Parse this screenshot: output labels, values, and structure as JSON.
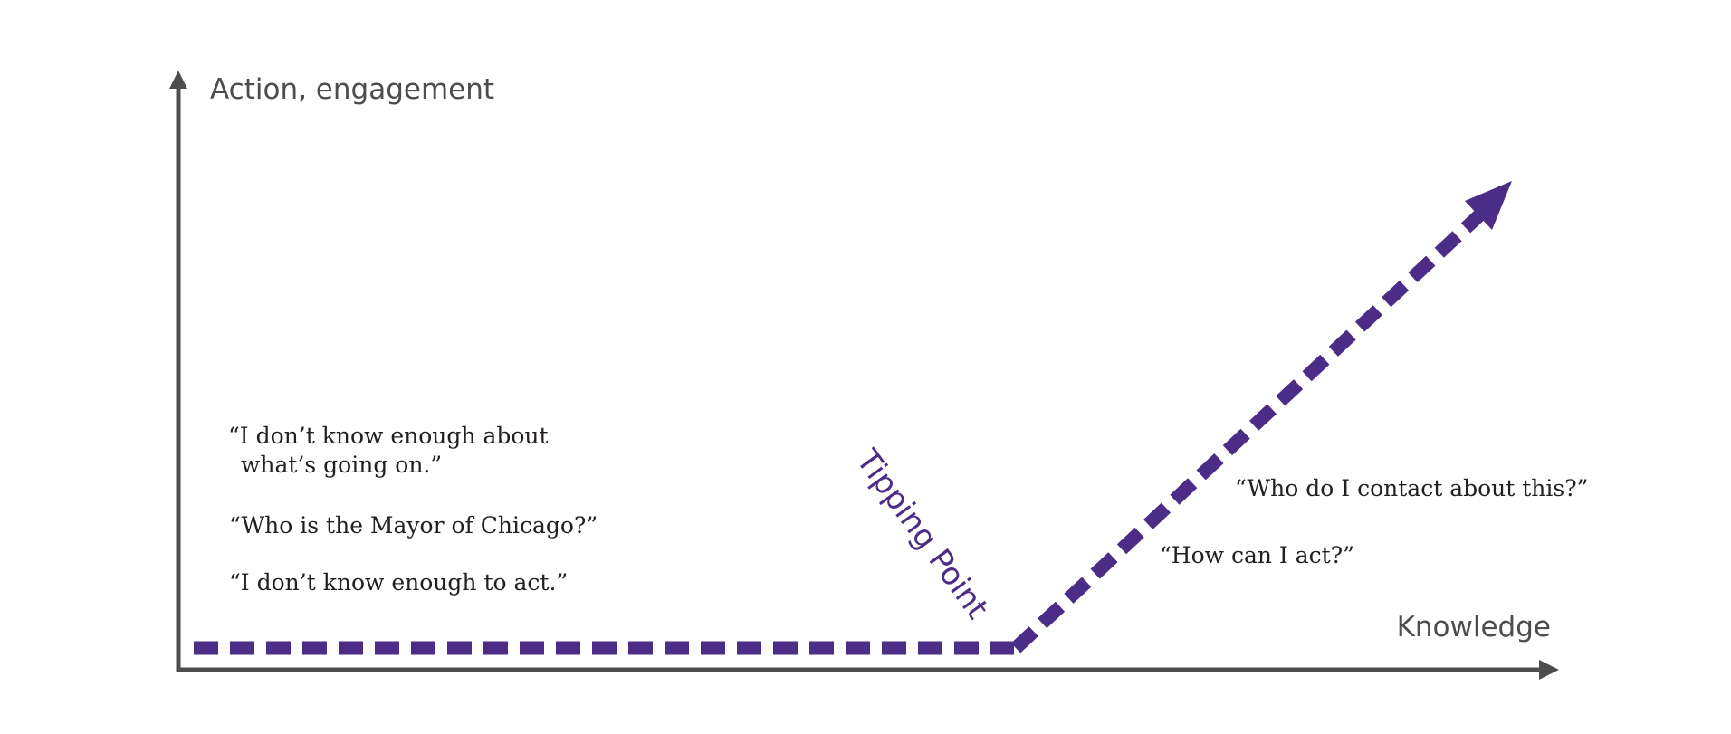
{
  "axes": {
    "y_label": "Action, engagement",
    "x_label": "Knowledge",
    "color": "#4d4d4f"
  },
  "curve": {
    "label": "Tipping Point",
    "color": "#4b2c86"
  },
  "quotes_left": {
    "line1a": "“I don’t know enough about",
    "line1b": "what’s going on.”",
    "line2": "“Who is the Mayor of Chicago?”",
    "line3": "“I don’t know enough to act.”"
  },
  "quotes_right": {
    "contact": "“Who do I contact about this?”",
    "act": "“How can I act?”"
  }
}
